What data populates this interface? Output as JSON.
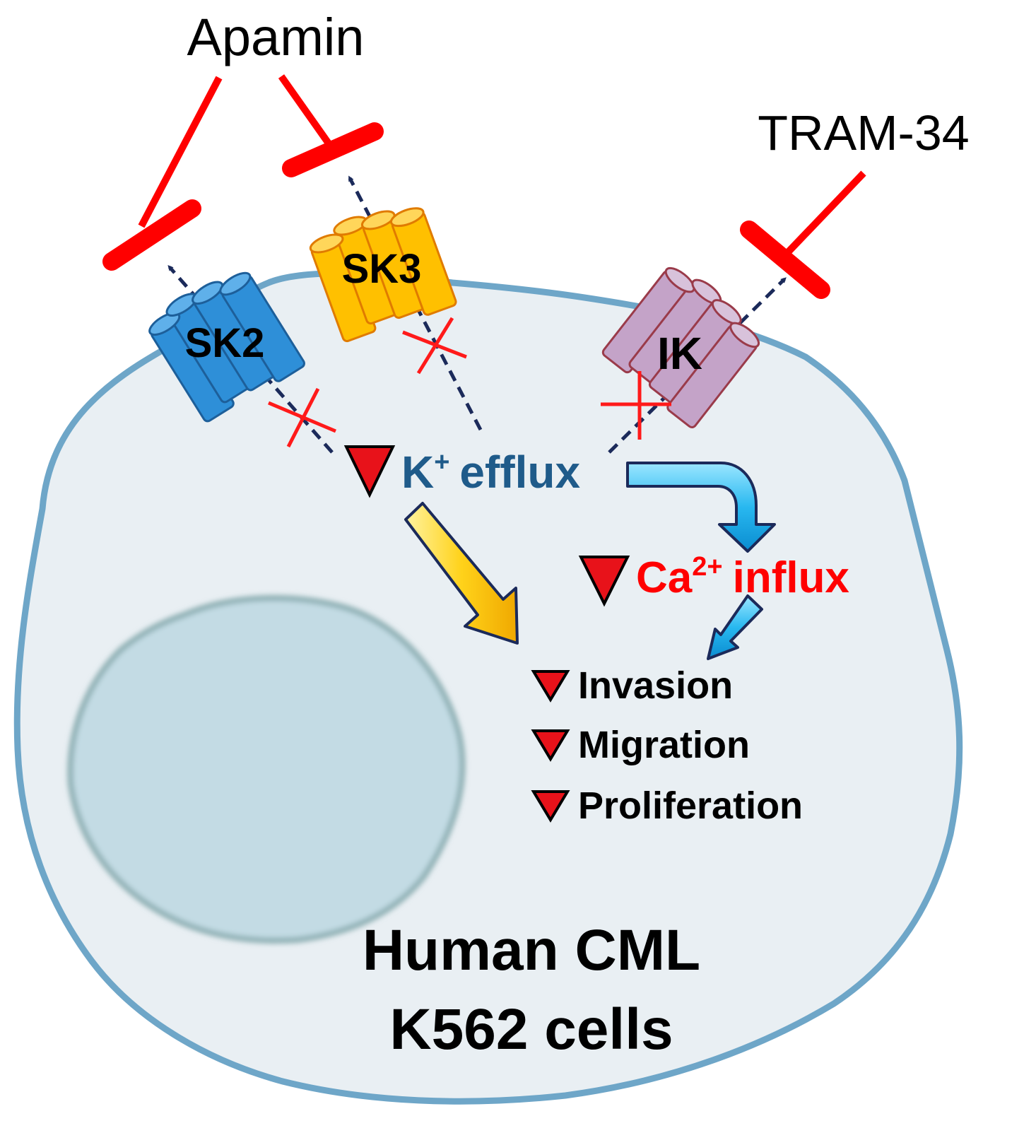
{
  "drugs": {
    "apamin": "Apamin",
    "tram34": "TRAM-34"
  },
  "channels": {
    "sk2": "SK2",
    "sk3": "SK3",
    "ik": "IK"
  },
  "potassium": {
    "symbol": "K",
    "charge": "+",
    "label": "efflux"
  },
  "calcium": {
    "symbol": "Ca",
    "charge": "2+",
    "label": "influx"
  },
  "outcomes": [
    "Invasion",
    "Migration",
    "Proliferation"
  ],
  "cell": {
    "line1": "Human CML",
    "line2": "K562 cells"
  },
  "colors": {
    "inhibitor": "#ff0000",
    "sk2": "#2e8fd8",
    "sk3": "#ffc000",
    "ik": "#c4a3c8",
    "cell_fill": "#e9eff3",
    "cell_border": "#6ea6c8",
    "nucleus": "#c9dfe6",
    "potassium_text": "#1f5b8a",
    "calcium_text": "#ff0000",
    "decrease_marker": "#e8121a"
  }
}
